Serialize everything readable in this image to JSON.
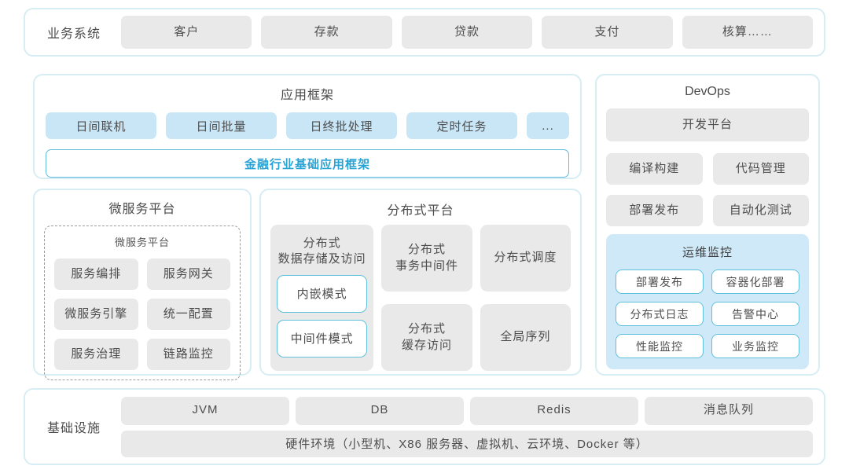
{
  "colors": {
    "accent_text": "#29a3d4",
    "accent_border": "#5fc0dc",
    "panel_border": "#d7edf4",
    "gray_box": "#e9e9e9",
    "blue_box": "#c9e6f7",
    "ops_panel_bg": "#cfe9f8",
    "text": "#4d4d4d"
  },
  "business_systems": {
    "label": "业务系统",
    "items": [
      "客户",
      "存款",
      "贷款",
      "支付",
      "核算……"
    ]
  },
  "app_framework": {
    "title": "应用框架",
    "items": [
      "日间联机",
      "日间批量",
      "日终批处理",
      "定时任务",
      "..."
    ],
    "base_framework": "金融行业基础应用框架"
  },
  "microservice_platform": {
    "title": "微服务平台",
    "inner_title": "微服务平台",
    "items": [
      "服务编排",
      "服务网关",
      "微服务引擎",
      "统一配置",
      "服务治理",
      "链路监控"
    ]
  },
  "distributed_platform": {
    "title": "分布式平台",
    "storage": {
      "title": "分布式\n数据存储及访问",
      "modes": [
        "内嵌模式",
        "中间件模式"
      ]
    },
    "items": [
      "分布式\n事务中间件",
      "分布式调度",
      "分布式\n缓存访问",
      "全局序列"
    ]
  },
  "devops": {
    "title": "DevOps",
    "platform": "开发平台",
    "items": [
      "编译构建",
      "代码管理",
      "部署发布",
      "自动化测试"
    ],
    "ops_monitoring": {
      "title": "运维监控",
      "items": [
        "部署发布",
        "容器化部署",
        "分布式日志",
        "告警中心",
        "性能监控",
        "业务监控"
      ]
    }
  },
  "infrastructure": {
    "label": "基础设施",
    "items": [
      "JVM",
      "DB",
      "Redis",
      "消息队列"
    ],
    "hardware": "硬件环境（小型机、X86 服务器、虚拟机、云环境、Docker 等）"
  }
}
